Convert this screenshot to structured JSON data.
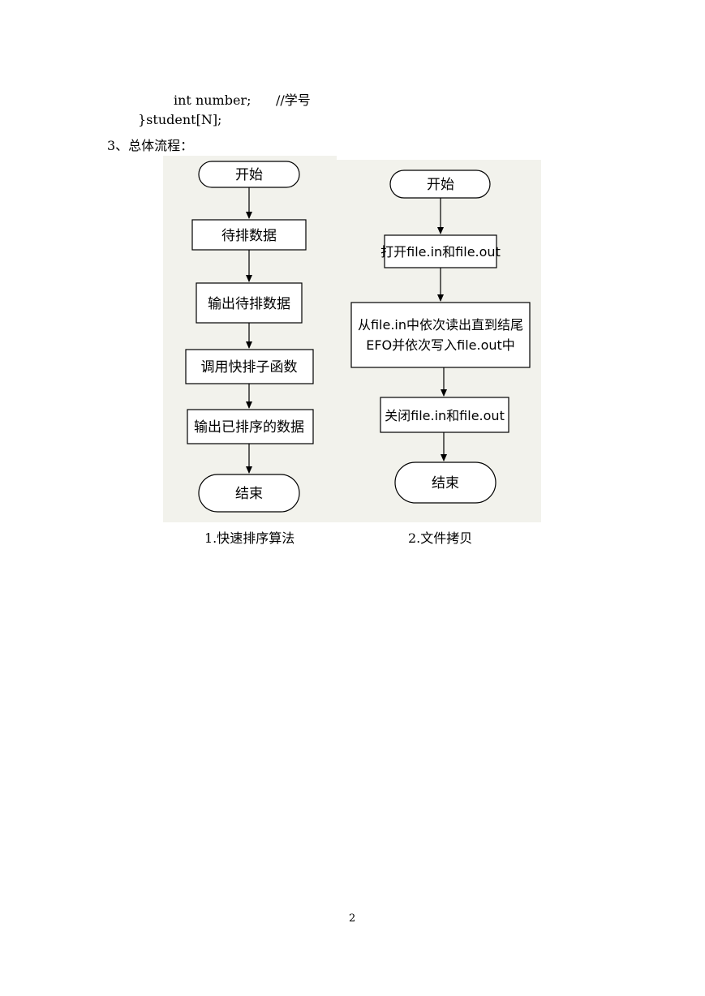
{
  "code": {
    "line1": "int number;      //学号",
    "line2": "}student[N];"
  },
  "section_title": "3、总体流程：",
  "flowchart_left": {
    "nodes": [
      "开始",
      "待排数据",
      "输出待排数据",
      "调用快排子函数",
      "输出已排序的数据",
      "结束"
    ],
    "caption": "1.快速排序算法"
  },
  "flowchart_right": {
    "nodes": [
      "开始",
      "打开file.in和file.out",
      "从file.in中依次读出直到结尾",
      "EFO并依次写入file.out中",
      "关闭file.in和file.out",
      "结束"
    ],
    "caption": "2.文件拷贝"
  },
  "page_number": "2"
}
